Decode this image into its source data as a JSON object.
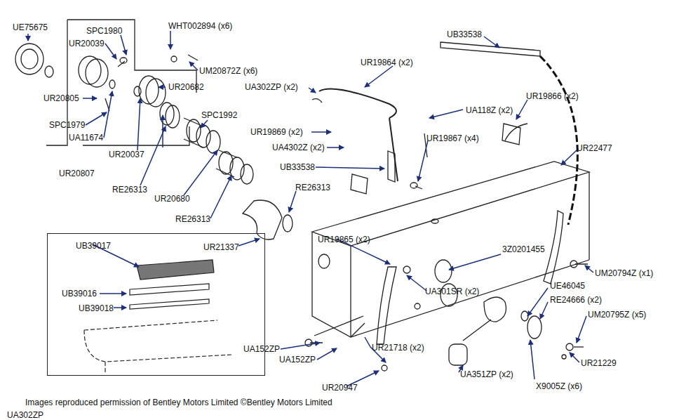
{
  "diagram": {
    "caption": "Images reproduced permission of Bentley Motors Limited ©Bentley Motors Limited",
    "nodes": [
      {
        "text": [
          "UB39017",
          "UB39016",
          "UB39018"
        ]
      }
    ],
    "edges": [],
    "labels": [
      "UE75675",
      "SPC1980",
      "UR20039",
      "WHT002894 (x6)",
      "UM20872Z (x6)",
      "UR20682",
      "SPC1992",
      "UR20805",
      "SPC1979",
      "UA11674",
      "UR20037",
      "UR20807",
      "RE26313",
      "UR20680",
      "RE26313",
      "RE26313",
      "UR21337",
      "UR19864 (x2)",
      "UA302ZP (x2)",
      "UR19869 (x2)",
      "UA4302Z (x2)",
      "UB33538",
      "UB33538",
      "UA118Z (x2)",
      "UR19866 (x2)",
      "UR19867 (x4)",
      "UR22477",
      "3Z0201455",
      "UR19865 (x2)",
      "UA301SR (x2)",
      "UE46045",
      "RE24666 (x2)",
      "UM20795Z (x5)",
      "UM20794Z (x1)",
      "UA152ZP",
      "UA152ZP",
      "UR21718 (x2)",
      "UA351ZP (x2)",
      "UR21229",
      "X9005Z (x6)",
      "UR20947",
      "UA302ZP"
    ]
  }
}
